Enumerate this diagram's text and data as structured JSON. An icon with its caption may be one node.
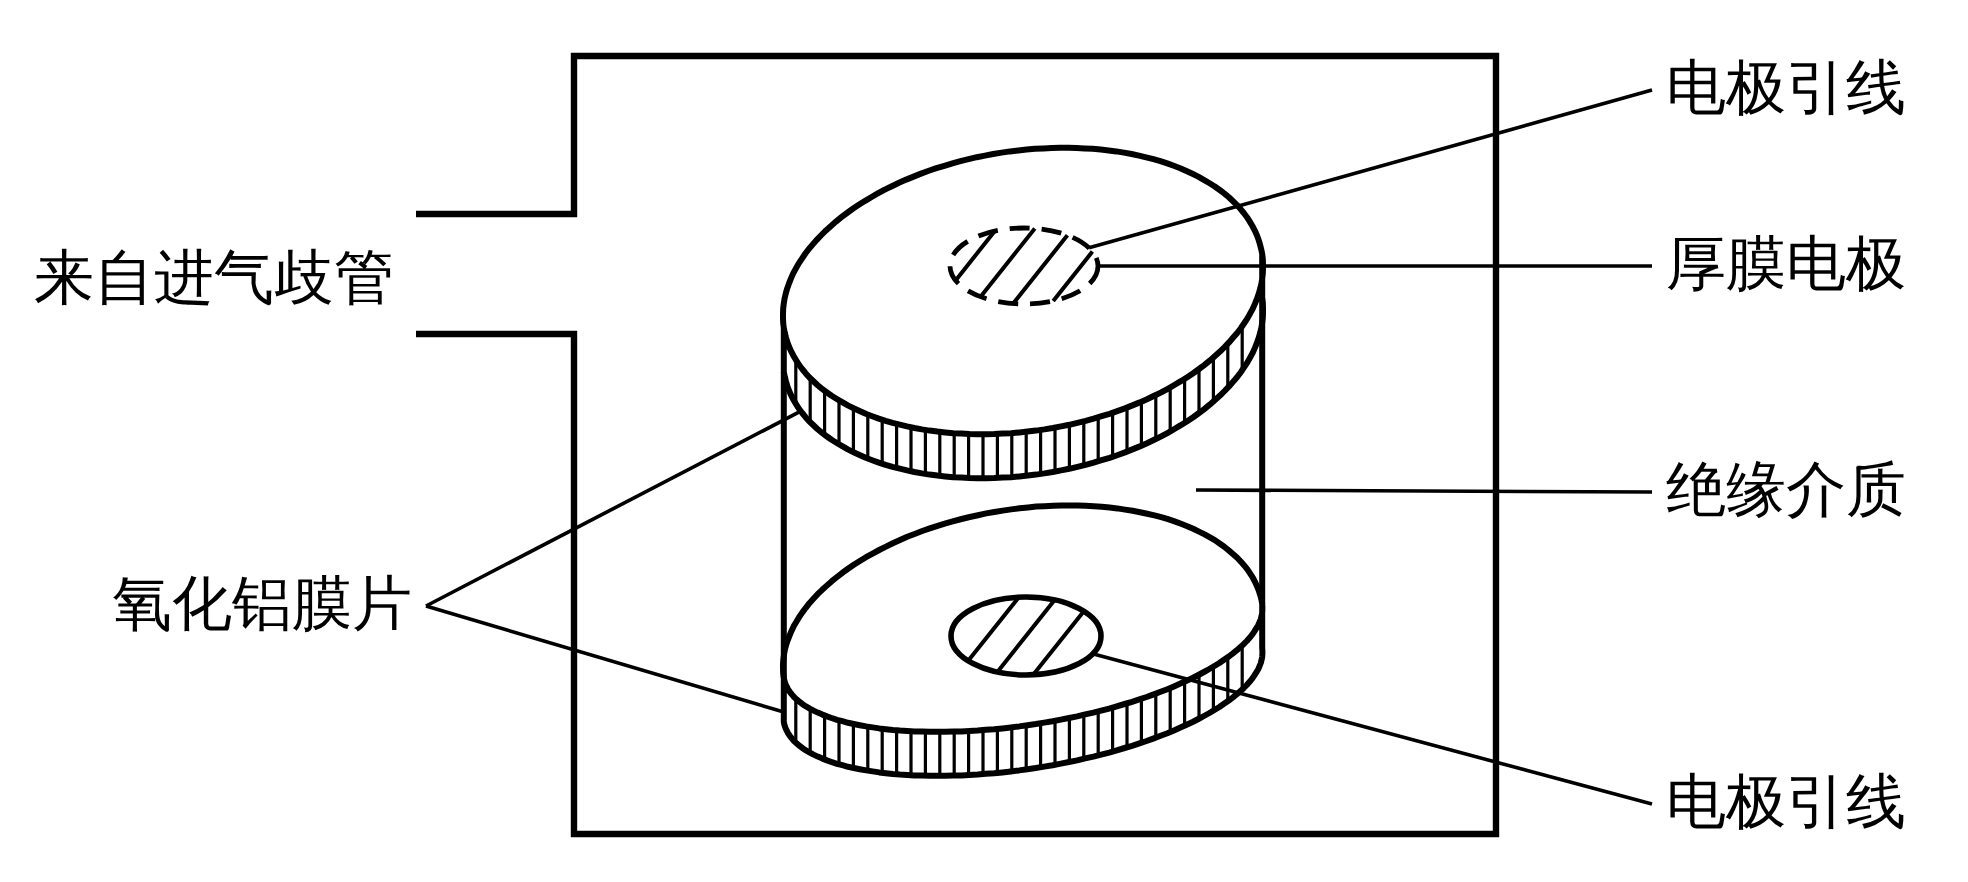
{
  "diagram": {
    "nodes": [
      {
        "text": [
          "电极引线"
        ]
      },
      {
        "text": [
          "厚膜电极"
        ]
      },
      {
        "text": [
          "绝缘介质"
        ]
      },
      {
        "text": [
          "氧化铝膜片"
        ]
      },
      {
        "text": [
          "电极引线"
        ]
      },
      {
        "text": [],
        "shape": "disk"
      },
      {
        "text": [],
        "shape": "ellipse",
        "in": 5
      },
      {
        "text": [],
        "shape": "cylinder"
      },
      {
        "text": [],
        "shape": "disk"
      },
      {
        "text": [],
        "shape": "ellipse"
      }
    ],
    "edges": [
      {
        "from": 0,
        "to": 6,
        "arrow": "none"
      },
      {
        "from": 1,
        "to": 6,
        "arrow": "none"
      },
      {
        "from": 2,
        "to": 7,
        "arrow": "none"
      },
      {
        "from": 3,
        "to": 5,
        "arrow": "none"
      },
      {
        "from": 3,
        "to": 8,
        "arrow": "none"
      },
      {
        "from": 4,
        "to": 9,
        "arrow": "none"
      }
    ],
    "labels": [
      "来自进气歧管"
    ]
  }
}
